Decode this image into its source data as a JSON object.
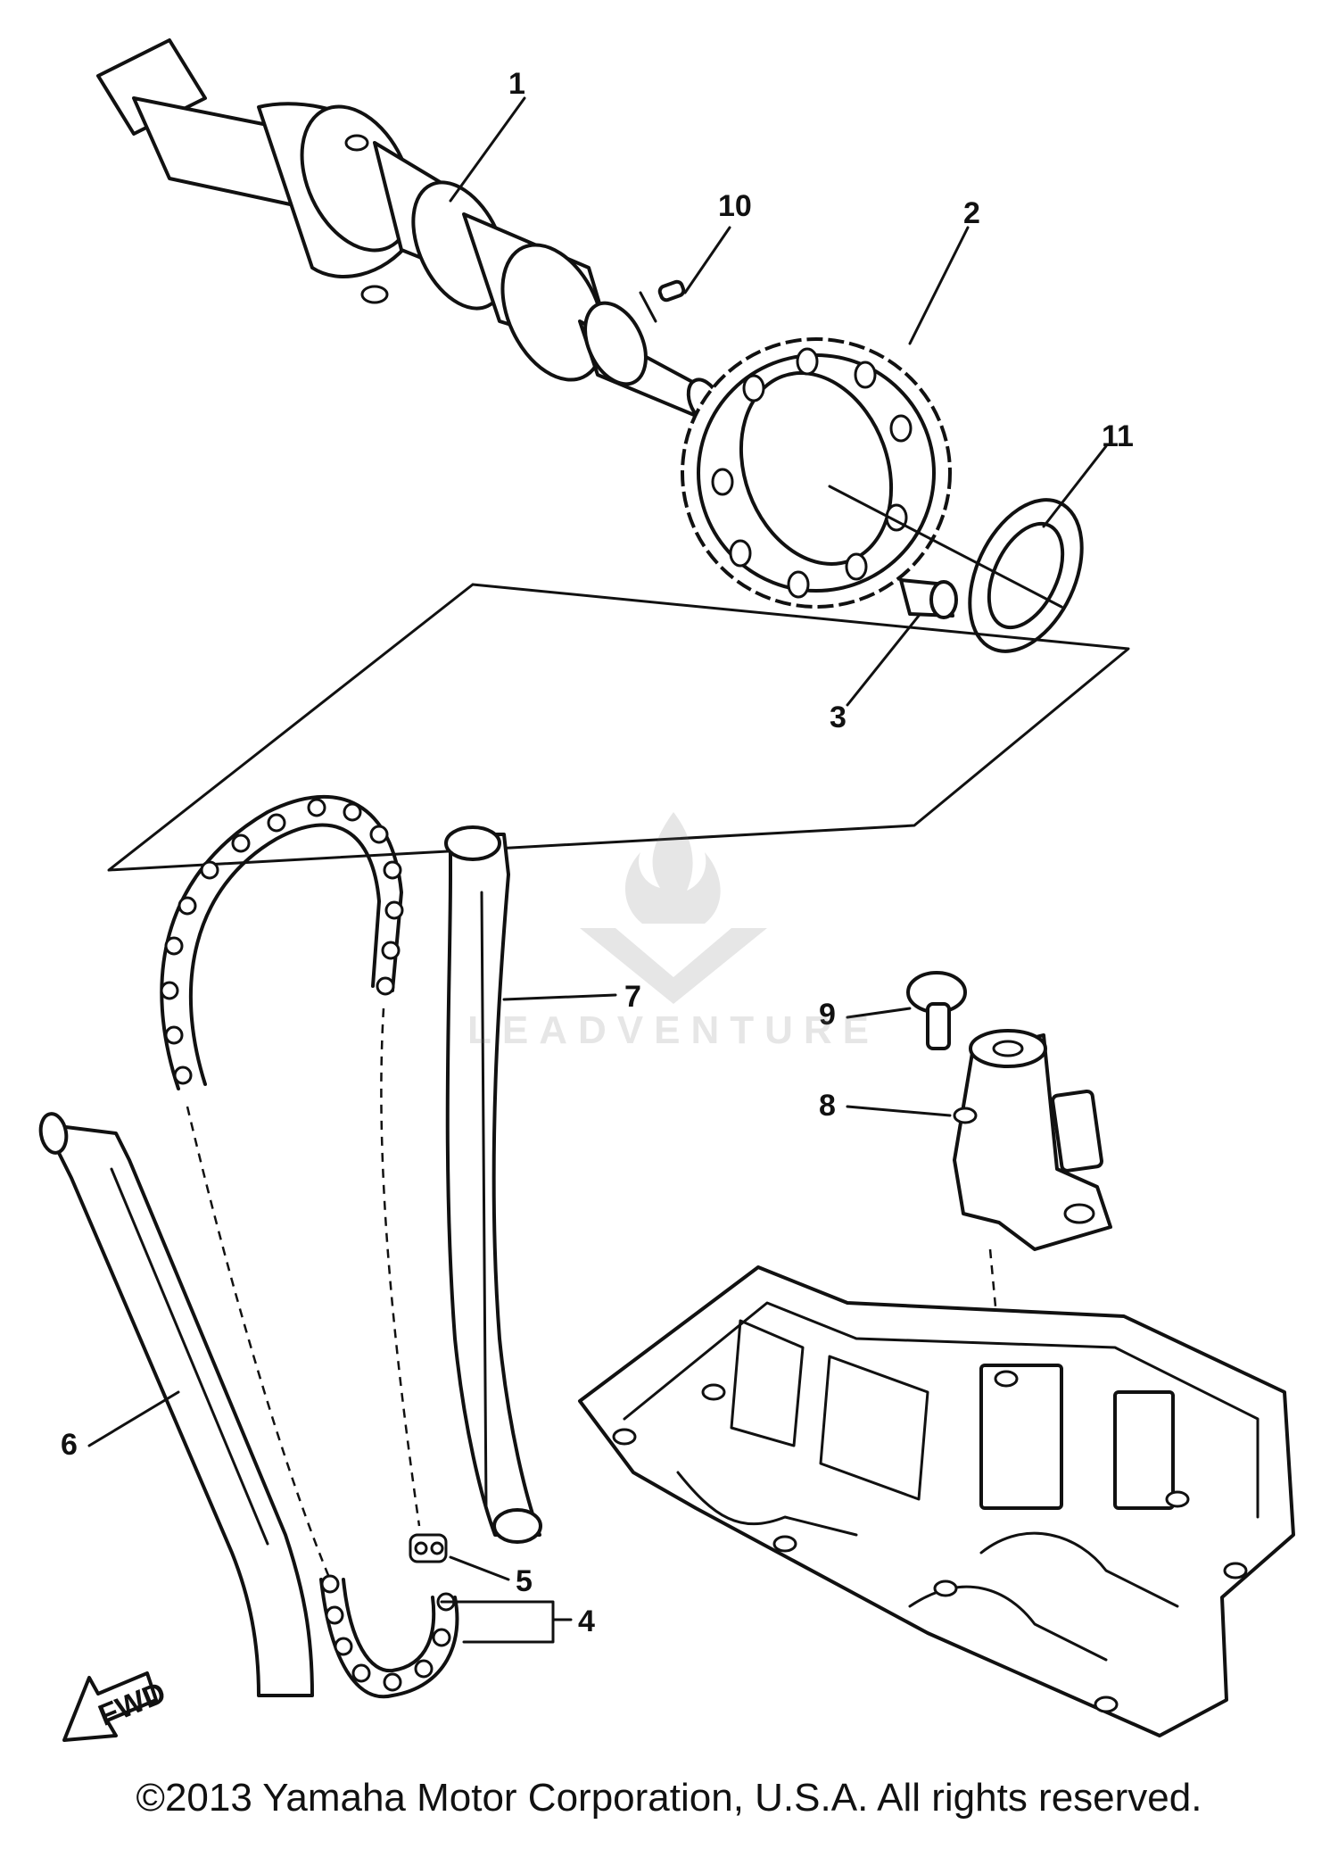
{
  "diagram": {
    "callouts": [
      {
        "id": "1",
        "label": "1"
      },
      {
        "id": "2",
        "label": "2"
      },
      {
        "id": "3",
        "label": "3"
      },
      {
        "id": "4",
        "label": "4"
      },
      {
        "id": "5",
        "label": "5"
      },
      {
        "id": "6",
        "label": "6"
      },
      {
        "id": "7",
        "label": "7"
      },
      {
        "id": "8",
        "label": "8"
      },
      {
        "id": "9",
        "label": "9"
      },
      {
        "id": "10",
        "label": "10"
      },
      {
        "id": "11",
        "label": "11"
      }
    ],
    "direction_badge": "FWD"
  },
  "watermark": {
    "brand": "LEADVENTURE"
  },
  "footer": {
    "copyright": "©2013 Yamaha Motor Corporation, U.S.A. All rights reserved."
  }
}
